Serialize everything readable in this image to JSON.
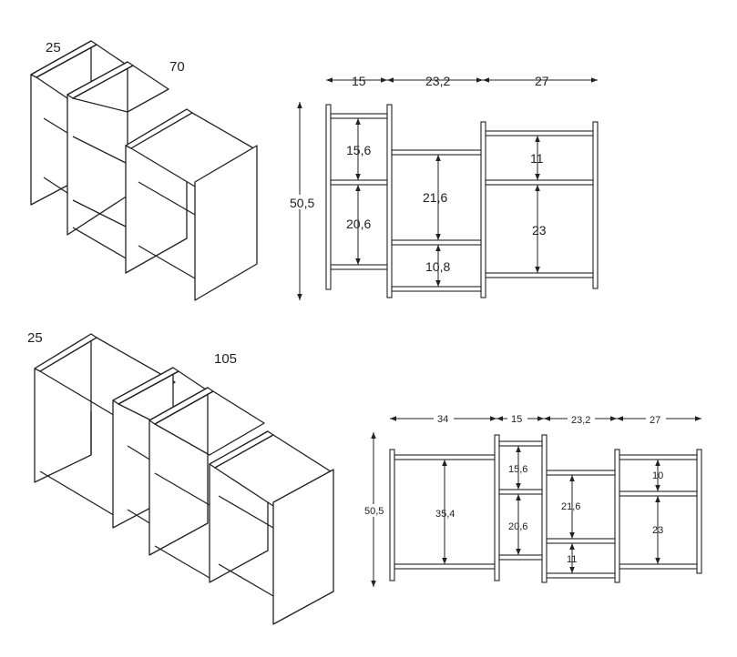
{
  "top_shelf": {
    "depth_label": "25",
    "width_label": "70",
    "widths": [
      "15",
      "23,2",
      "27"
    ],
    "height": "50,5",
    "col1": [
      "15,6",
      "20,6"
    ],
    "col2": [
      "21,6",
      "10,8"
    ],
    "col3": [
      "11",
      "23"
    ]
  },
  "bottom_shelf": {
    "depth_label": "25",
    "width_label": "105",
    "widths": [
      "34",
      "15",
      "23,2",
      "27"
    ],
    "height": "50,5",
    "col1": [
      "35,4"
    ],
    "col2": [
      "15,6",
      "20,6"
    ],
    "col3": [
      "21,6",
      "11"
    ],
    "col4": [
      "10",
      "23"
    ]
  }
}
